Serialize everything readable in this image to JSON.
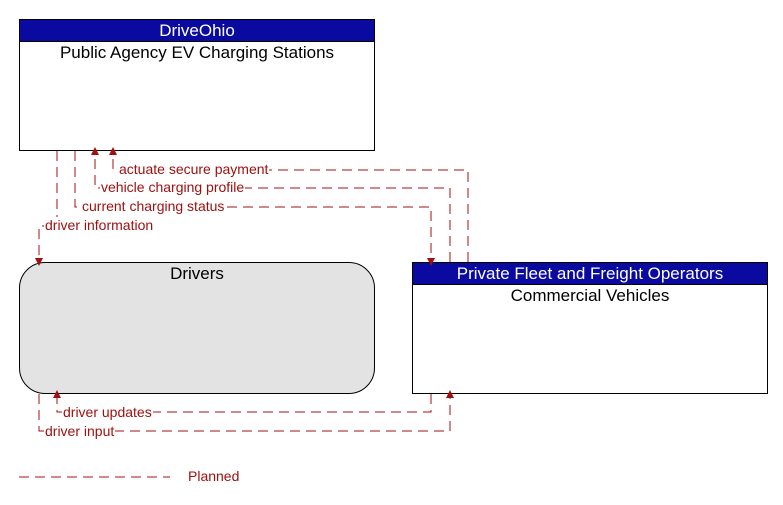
{
  "elements": {
    "public_agency": {
      "header": "DriveOhio",
      "title": "Public Agency EV Charging Stations"
    },
    "drivers": {
      "title": "Drivers"
    },
    "fleet": {
      "header": "Private Fleet and Freight Operators",
      "title": "Commercial Vehicles"
    }
  },
  "flows": [
    "actuate secure payment",
    "vehicle charging profile",
    "current charging status",
    "driver information",
    "driver updates",
    "driver input"
  ],
  "legend": {
    "planned_label": "Planned"
  },
  "colors": {
    "flow": "#a01010",
    "header_bg": "#0a0aa0",
    "drivers_fill": "#e3e3e3"
  }
}
